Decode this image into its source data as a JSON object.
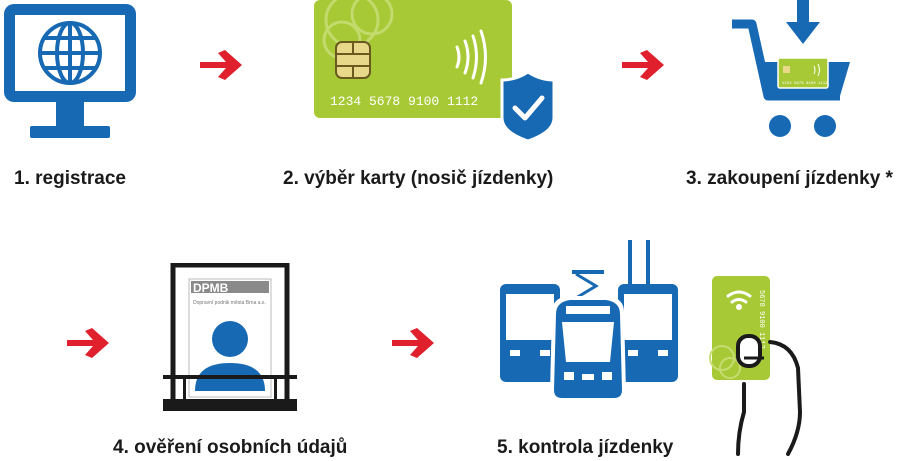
{
  "colors": {
    "blue": "#1769b3",
    "green": "#a8c936",
    "red": "#e0202c",
    "dark": "#1a1a1a"
  },
  "steps": [
    {
      "label": "1. registrace",
      "icon": "computer-globe-icon"
    },
    {
      "label": "2. výběr karty (nosič jízdenky)",
      "icon": "smart-card-shield-icon"
    },
    {
      "label": "3. zakoupení jízdenky *",
      "icon": "shopping-cart-card-icon"
    },
    {
      "label": "4. ověření osobních údajů",
      "icon": "service-desk-person-icon"
    },
    {
      "label": "5. kontrola jízdenky",
      "icon": "vehicles-contactless-card-icon"
    }
  ],
  "card": {
    "number": "1234  5678  9100  1112"
  },
  "small_card": {
    "number": "1234 5678 9100 1112"
  },
  "hand_card": {
    "number": "5678 9100 1112"
  },
  "desk": {
    "logo_text": "DPMB",
    "logo_subtitle": "Dopravní podnik města Brna a.s."
  }
}
